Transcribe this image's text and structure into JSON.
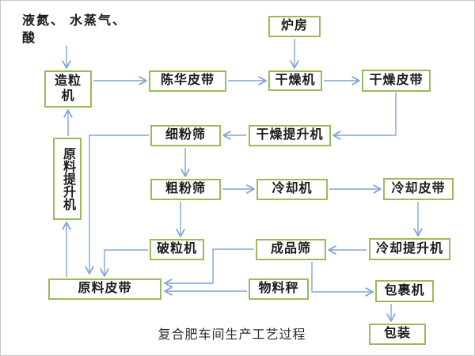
{
  "caption": "复合肥车间生产工艺过程",
  "colors": {
    "box_border": "#9ABB59",
    "connector": "#7FA5D6",
    "text": "#1C1C1C",
    "background": "#FFFFFF"
  },
  "nodes": [
    {
      "id": "source_text",
      "label": "液氮、 水蒸气、\n酸"
    },
    {
      "id": "zaoliji",
      "label": "造粒机"
    },
    {
      "id": "chenhua_pidai",
      "label": "陈华皮带"
    },
    {
      "id": "lufang",
      "label": "炉房"
    },
    {
      "id": "ganzaoji",
      "label": "干燥机"
    },
    {
      "id": "ganzao_pidai",
      "label": "干燥皮带"
    },
    {
      "id": "xifenshai",
      "label": "细粉筛"
    },
    {
      "id": "ganzao_tishengji",
      "label": "干燥提升机"
    },
    {
      "id": "yuanliao_tishengji",
      "label": "原料提升机"
    },
    {
      "id": "cufenshai",
      "label": "粗粉筛"
    },
    {
      "id": "lengqueji",
      "label": "冷却机"
    },
    {
      "id": "lengque_pidai",
      "label": "冷却皮带"
    },
    {
      "id": "poliji",
      "label": "破粒机"
    },
    {
      "id": "chengpinshai",
      "label": "成品筛"
    },
    {
      "id": "lengque_tishengji",
      "label": "冷却提升机"
    },
    {
      "id": "yuanliao_pidai",
      "label": "原料皮带"
    },
    {
      "id": "wuliaocheng",
      "label": "物料秤"
    },
    {
      "id": "baoguoji",
      "label": "包裹机"
    },
    {
      "id": "baozhuang",
      "label": "包装"
    }
  ],
  "edges": [
    {
      "from": "source_text",
      "to": "zaoliji"
    },
    {
      "from": "zaoliji",
      "to": "chenhua_pidai"
    },
    {
      "from": "chenhua_pidai",
      "to": "ganzaoji"
    },
    {
      "from": "lufang",
      "to": "ganzaoji"
    },
    {
      "from": "ganzaoji",
      "to": "ganzao_pidai"
    },
    {
      "from": "ganzao_pidai",
      "to": "ganzao_tishengji"
    },
    {
      "from": "ganzao_tishengji",
      "to": "xifenshai"
    },
    {
      "from": "xifenshai",
      "to": "cufenshai"
    },
    {
      "from": "xifenshai",
      "to": "yuanliao_pidai"
    },
    {
      "from": "cufenshai",
      "to": "lengqueji"
    },
    {
      "from": "lengqueji",
      "to": "lengque_pidai"
    },
    {
      "from": "lengque_pidai",
      "to": "lengque_tishengji"
    },
    {
      "from": "lengque_tishengji",
      "to": "chengpinshai"
    },
    {
      "from": "cufenshai",
      "to": "poliji"
    },
    {
      "from": "poliji",
      "to": "yuanliao_pidai"
    },
    {
      "from": "chengpinshai",
      "to": "yuanliao_pidai"
    },
    {
      "from": "wuliaocheng",
      "to": "yuanliao_pidai"
    },
    {
      "from": "chengpinshai",
      "to": "baoguoji"
    },
    {
      "from": "baoguoji",
      "to": "baozhuang"
    },
    {
      "from": "yuanliao_pidai",
      "to": "yuanliao_tishengji"
    },
    {
      "from": "yuanliao_tishengji",
      "to": "zaoliji"
    }
  ]
}
